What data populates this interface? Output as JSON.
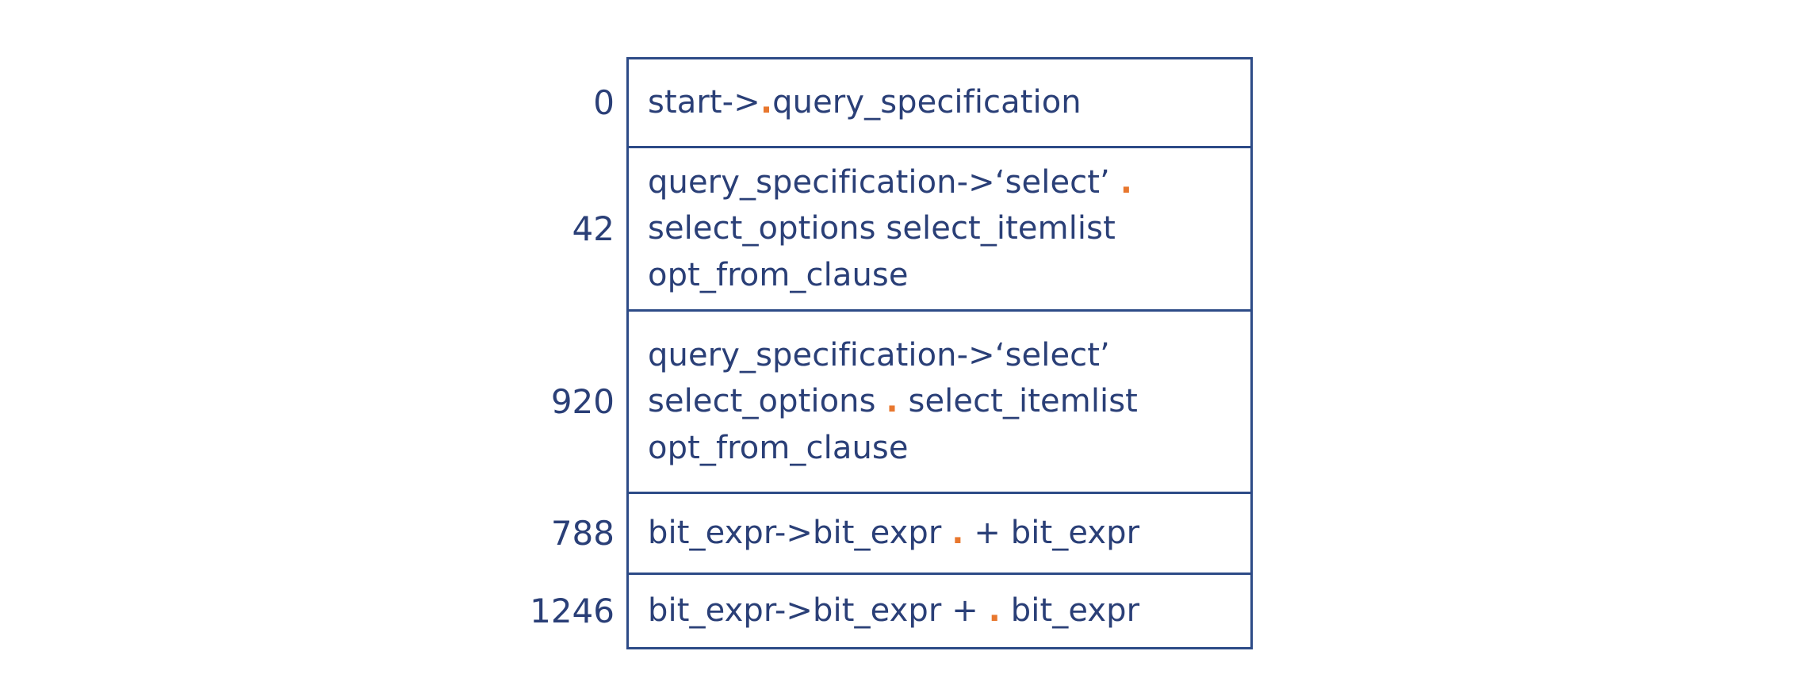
{
  "colors": {
    "rule": "#2d4b87",
    "text": "#2a3f77",
    "dot": "#e8772e",
    "background": "#ffffff"
  },
  "diagram": {
    "type": "lr-parser-item-sets",
    "dot_symbol": ".",
    "rows": [
      {
        "state": "0",
        "lines": [
          {
            "segments": [
              {
                "text": "start->",
                "kind": "grammar"
              },
              {
                "text": ".",
                "kind": "dot"
              },
              {
                "text": "query_specification",
                "kind": "grammar"
              }
            ]
          }
        ]
      },
      {
        "state": "42",
        "lines": [
          {
            "segments": [
              {
                "text": "query_specification->‘select’ ",
                "kind": "grammar"
              },
              {
                "text": ".",
                "kind": "dot"
              }
            ]
          },
          {
            "segments": [
              {
                "text": "select_options select_itemlist",
                "kind": "grammar"
              }
            ]
          },
          {
            "segments": [
              {
                "text": "opt_from_clause",
                "kind": "grammar"
              }
            ]
          }
        ]
      },
      {
        "state": "920",
        "lines": [
          {
            "segments": [
              {
                "text": "query_specification->‘select’",
                "kind": "grammar"
              }
            ]
          },
          {
            "segments": [
              {
                "text": "select_options ",
                "kind": "grammar"
              },
              {
                "text": ".",
                "kind": "dot"
              },
              {
                "text": " select_itemlist",
                "kind": "grammar"
              }
            ]
          },
          {
            "segments": [
              {
                "text": "opt_from_clause",
                "kind": "grammar"
              }
            ]
          }
        ]
      },
      {
        "state": "788",
        "lines": [
          {
            "segments": [
              {
                "text": "bit_expr->bit_expr ",
                "kind": "grammar"
              },
              {
                "text": ".",
                "kind": "dot"
              },
              {
                "text": " + bit_expr",
                "kind": "grammar"
              }
            ]
          }
        ]
      },
      {
        "state": "1246",
        "lines": [
          {
            "segments": [
              {
                "text": "bit_expr->bit_expr + ",
                "kind": "grammar"
              },
              {
                "text": ".",
                "kind": "dot"
              },
              {
                "text": " bit_expr",
                "kind": "grammar"
              }
            ]
          }
        ]
      }
    ]
  }
}
